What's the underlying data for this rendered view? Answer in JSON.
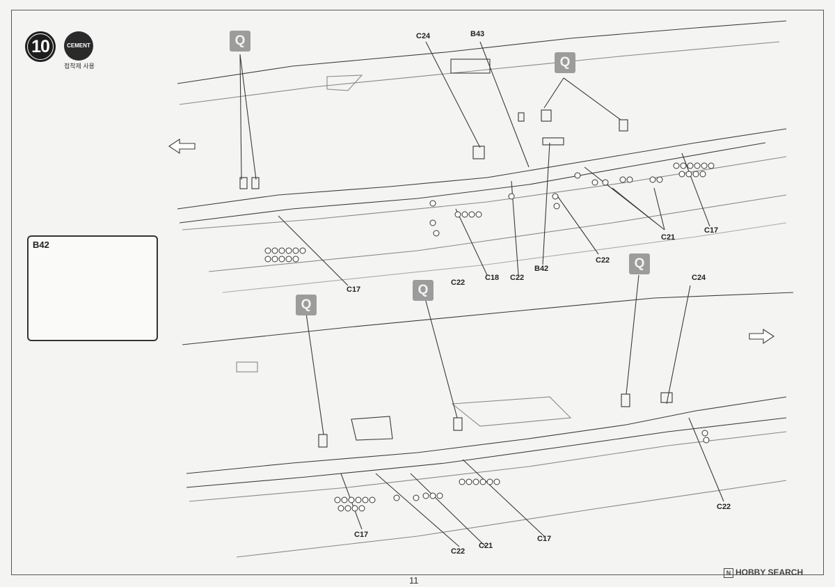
{
  "step": {
    "number": "10",
    "cement_label": "CEMENT",
    "cement_note": "접착제 사용"
  },
  "page_number": "11",
  "watermark": {
    "mark": "N",
    "text": "HOBBY SEARCH"
  },
  "inset": {
    "title": "B42"
  },
  "q_badge": "Q",
  "part_labels": {
    "c24_top": "C24",
    "b43": "B43",
    "c17_left": "C17",
    "c22_a": "C22",
    "c18": "C18",
    "c22_b": "C22",
    "b42": "B42",
    "c22_c": "C22",
    "c21_top": "C21",
    "c17_right": "C17",
    "c24_right": "C24",
    "c17_bottom_left": "C17",
    "c22_bottom": "C22",
    "c21_bottom": "C21",
    "c17_bottom_mid": "C17",
    "c22_bottom_right": "C22"
  }
}
